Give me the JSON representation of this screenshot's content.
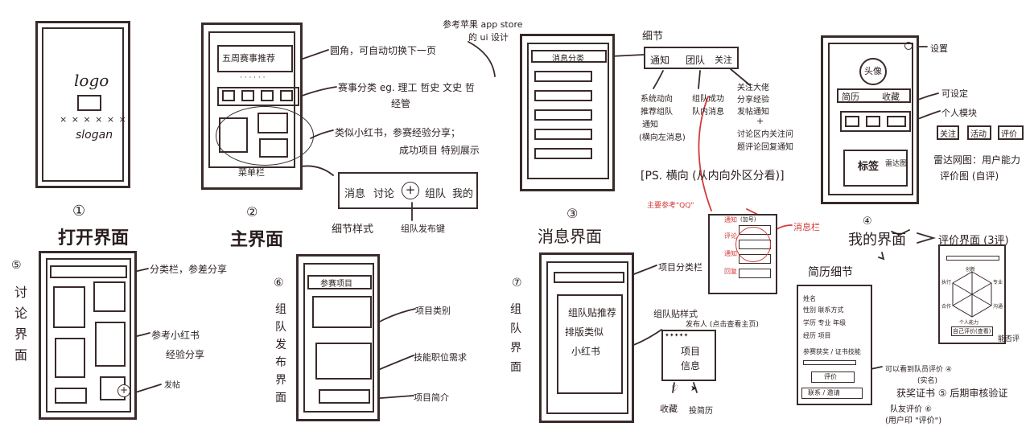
{
  "open": {
    "logo": "logo",
    "slogan": "slogan",
    "dots": "× × × × × ×",
    "num": "①",
    "title": "打开界面"
  },
  "main": {
    "banner": "五周赛事推荐",
    "dots": "· · · · · ·",
    "nav": "菜单栏",
    "num": "②",
    "title": "主界面",
    "ann1": "圆角，可自动切换下一页",
    "ann2a": "赛事分类 eg. 理工 哲史 文史 哲",
    "ann2b": "经管",
    "ann3a": "类似小红书，参赛经验分享；",
    "ann3b": "成功项目 特别展示"
  },
  "detail_style": {
    "items": [
      "消息",
      "讨论",
      "组队",
      "我的"
    ],
    "plus": "+",
    "plus_note": "组队发布键",
    "title": "细节样式"
  },
  "top_note": {
    "l1": "参考苹果 app store",
    "l2": "的 ui 设计"
  },
  "msg": {
    "bar": "消息分类",
    "num": "③",
    "title": "消息界面"
  },
  "detail": {
    "label": "细节",
    "tabs": [
      "通知",
      "团队",
      "关注"
    ],
    "c1": [
      "系统动向",
      "推荐组队",
      "通知",
      "(横向左消息)"
    ],
    "c2": [
      "组队成功",
      "队内消息"
    ],
    "c3": [
      "关注大佬",
      "分享经验",
      "发帖通知"
    ],
    "plus": "+",
    "c3b": [
      "讨论区内关注问",
      "题评论回复通知"
    ],
    "ps": "[PS. 横向 (从内向外区分看)]",
    "red_note": "主要参考\"QQ\"",
    "red_side": "消息栏",
    "mini_top": "(加号)",
    "mini_side": [
      "通知",
      "评论",
      "通知",
      "回复"
    ]
  },
  "me": {
    "avatar": "头像",
    "settings_note": "设置",
    "tabs": [
      "简历",
      "收藏"
    ],
    "tabs_note": "可设定",
    "plate_note": "个人模块",
    "chips": [
      "关注",
      "活动",
      "评价"
    ],
    "tag_btn": "标签",
    "radar_btn": "雷达图",
    "radar_note1": "雷达网图：用户能力",
    "radar_note2": "评价图 (自评)",
    "num": "④",
    "title": "我的界面"
  },
  "eval": {
    "title": "评价界面 (3评)",
    "axes": [
      "创新",
      "专业",
      "沟通",
      "合作",
      "执行",
      "个人能力"
    ],
    "btn": "自己评价(查看)",
    "btn_note": "能否评"
  },
  "resume": {
    "title": "简历细节",
    "rows": [
      "姓名",
      "性别  联系方式",
      "学历  专业  年级",
      "经历  项目",
      "参赛获奖 / 证书技能"
    ],
    "btn1": "评价",
    "btn2": "联系 / 邀请",
    "note1": "可以看到队员评价 ④",
    "note1b": "(实名)",
    "note2": "获奖证书 ⑤ 后期审核验证",
    "note3": "队友评价 ⑥",
    "note3b": "(用户印 \"评价\")"
  },
  "discuss": {
    "note_top": "分类栏，参差分享",
    "note_mid1": "参考小红书",
    "note_mid2": "经验分享",
    "post": "发帖",
    "num": "⑤",
    "title": [
      "讨",
      "论",
      "界",
      "面"
    ]
  },
  "publish": {
    "bar": "参赛项目",
    "note1": "项目类别",
    "note2": "技能职位需求",
    "note3": "项目简介",
    "num": "⑥",
    "title": [
      "组",
      "队",
      "发",
      "布",
      "界",
      "面"
    ]
  },
  "team": {
    "note_top": "项目分类栏",
    "body": [
      "组队贴推荐",
      "排版类似",
      "小红书"
    ],
    "post_style": "组队贴样式",
    "publisher": "发布人 (点击查看主页)",
    "stars": "✦✦✦✦✦",
    "card": [
      "项目",
      "信息"
    ],
    "fav": "收藏",
    "send": "投简历",
    "num": "⑦",
    "title": [
      "组",
      "队",
      "界",
      "面"
    ]
  }
}
